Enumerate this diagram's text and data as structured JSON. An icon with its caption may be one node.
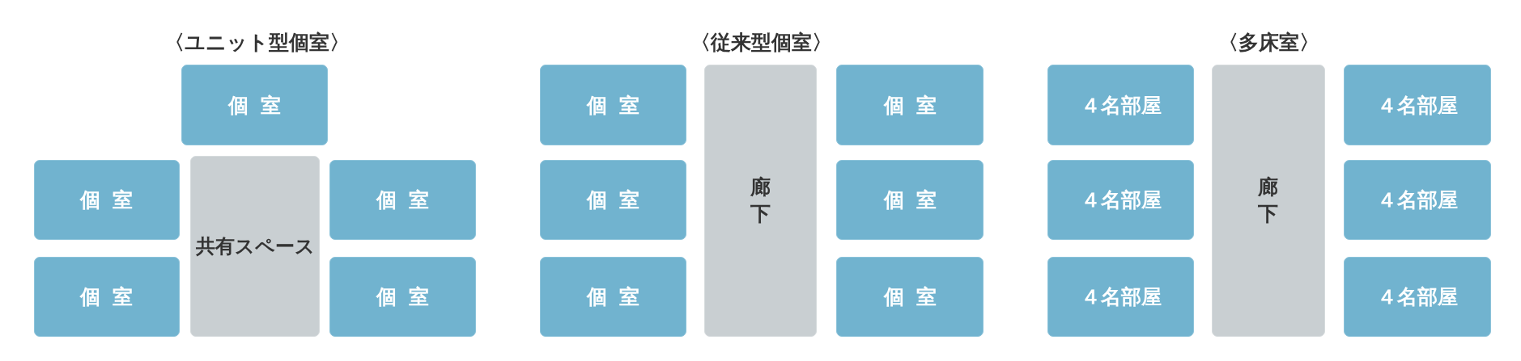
{
  "diagram": {
    "nodes": [
      {
        "text": [
          "個室"
        ]
      },
      {
        "text": [
          "個室"
        ]
      },
      {
        "text": [
          "共有スペース"
        ]
      },
      {
        "text": [
          "個室"
        ]
      },
      {
        "text": [
          "個室"
        ]
      },
      {
        "text": [
          "個室"
        ]
      },
      {
        "text": [
          "個室"
        ]
      },
      {
        "text": [
          "廊下"
        ]
      },
      {
        "text": [
          "個室"
        ]
      },
      {
        "text": [
          "個室"
        ]
      },
      {
        "text": [
          "個室"
        ]
      },
      {
        "text": [
          "個室"
        ]
      },
      {
        "text": [
          "個室"
        ]
      },
      {
        "text": [
          "４名部屋"
        ]
      },
      {
        "text": [
          "廊下"
        ]
      },
      {
        "text": [
          "４名部屋"
        ]
      },
      {
        "text": [
          "４名部屋"
        ]
      },
      {
        "text": [
          "４名部屋"
        ]
      },
      {
        "text": [
          "４名部屋"
        ]
      },
      {
        "text": [
          "４名部屋"
        ]
      }
    ],
    "labels": [
      "〈ユニット型個室〉",
      "〈従来型個室〉",
      "〈多床室〉"
    ]
  }
}
